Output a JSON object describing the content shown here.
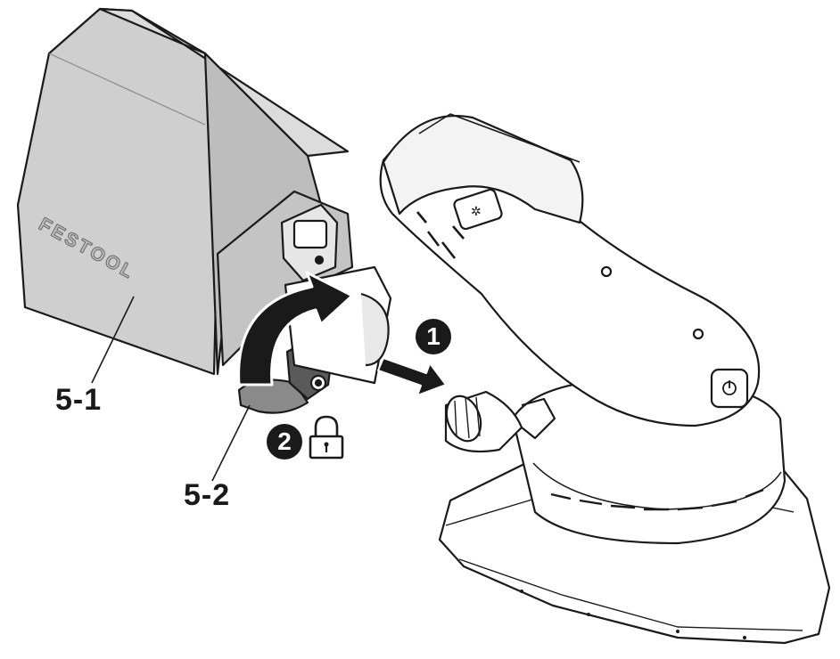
{
  "diagram": {
    "brand_text": "FESTOOL",
    "callouts": [
      {
        "id": "5-1",
        "text": "5-1"
      },
      {
        "id": "5-2",
        "text": "5-2"
      }
    ],
    "steps": [
      {
        "number": "1",
        "action": "push-arrow"
      },
      {
        "number": "2",
        "icon": "lock-icon"
      }
    ],
    "colors": {
      "line": "#1a1a1a",
      "container_fill": "#cfcfcf",
      "container_side": "#bdbdbd",
      "tool_fill": "#ffffff",
      "dark_part": "#5a5a5a"
    }
  }
}
